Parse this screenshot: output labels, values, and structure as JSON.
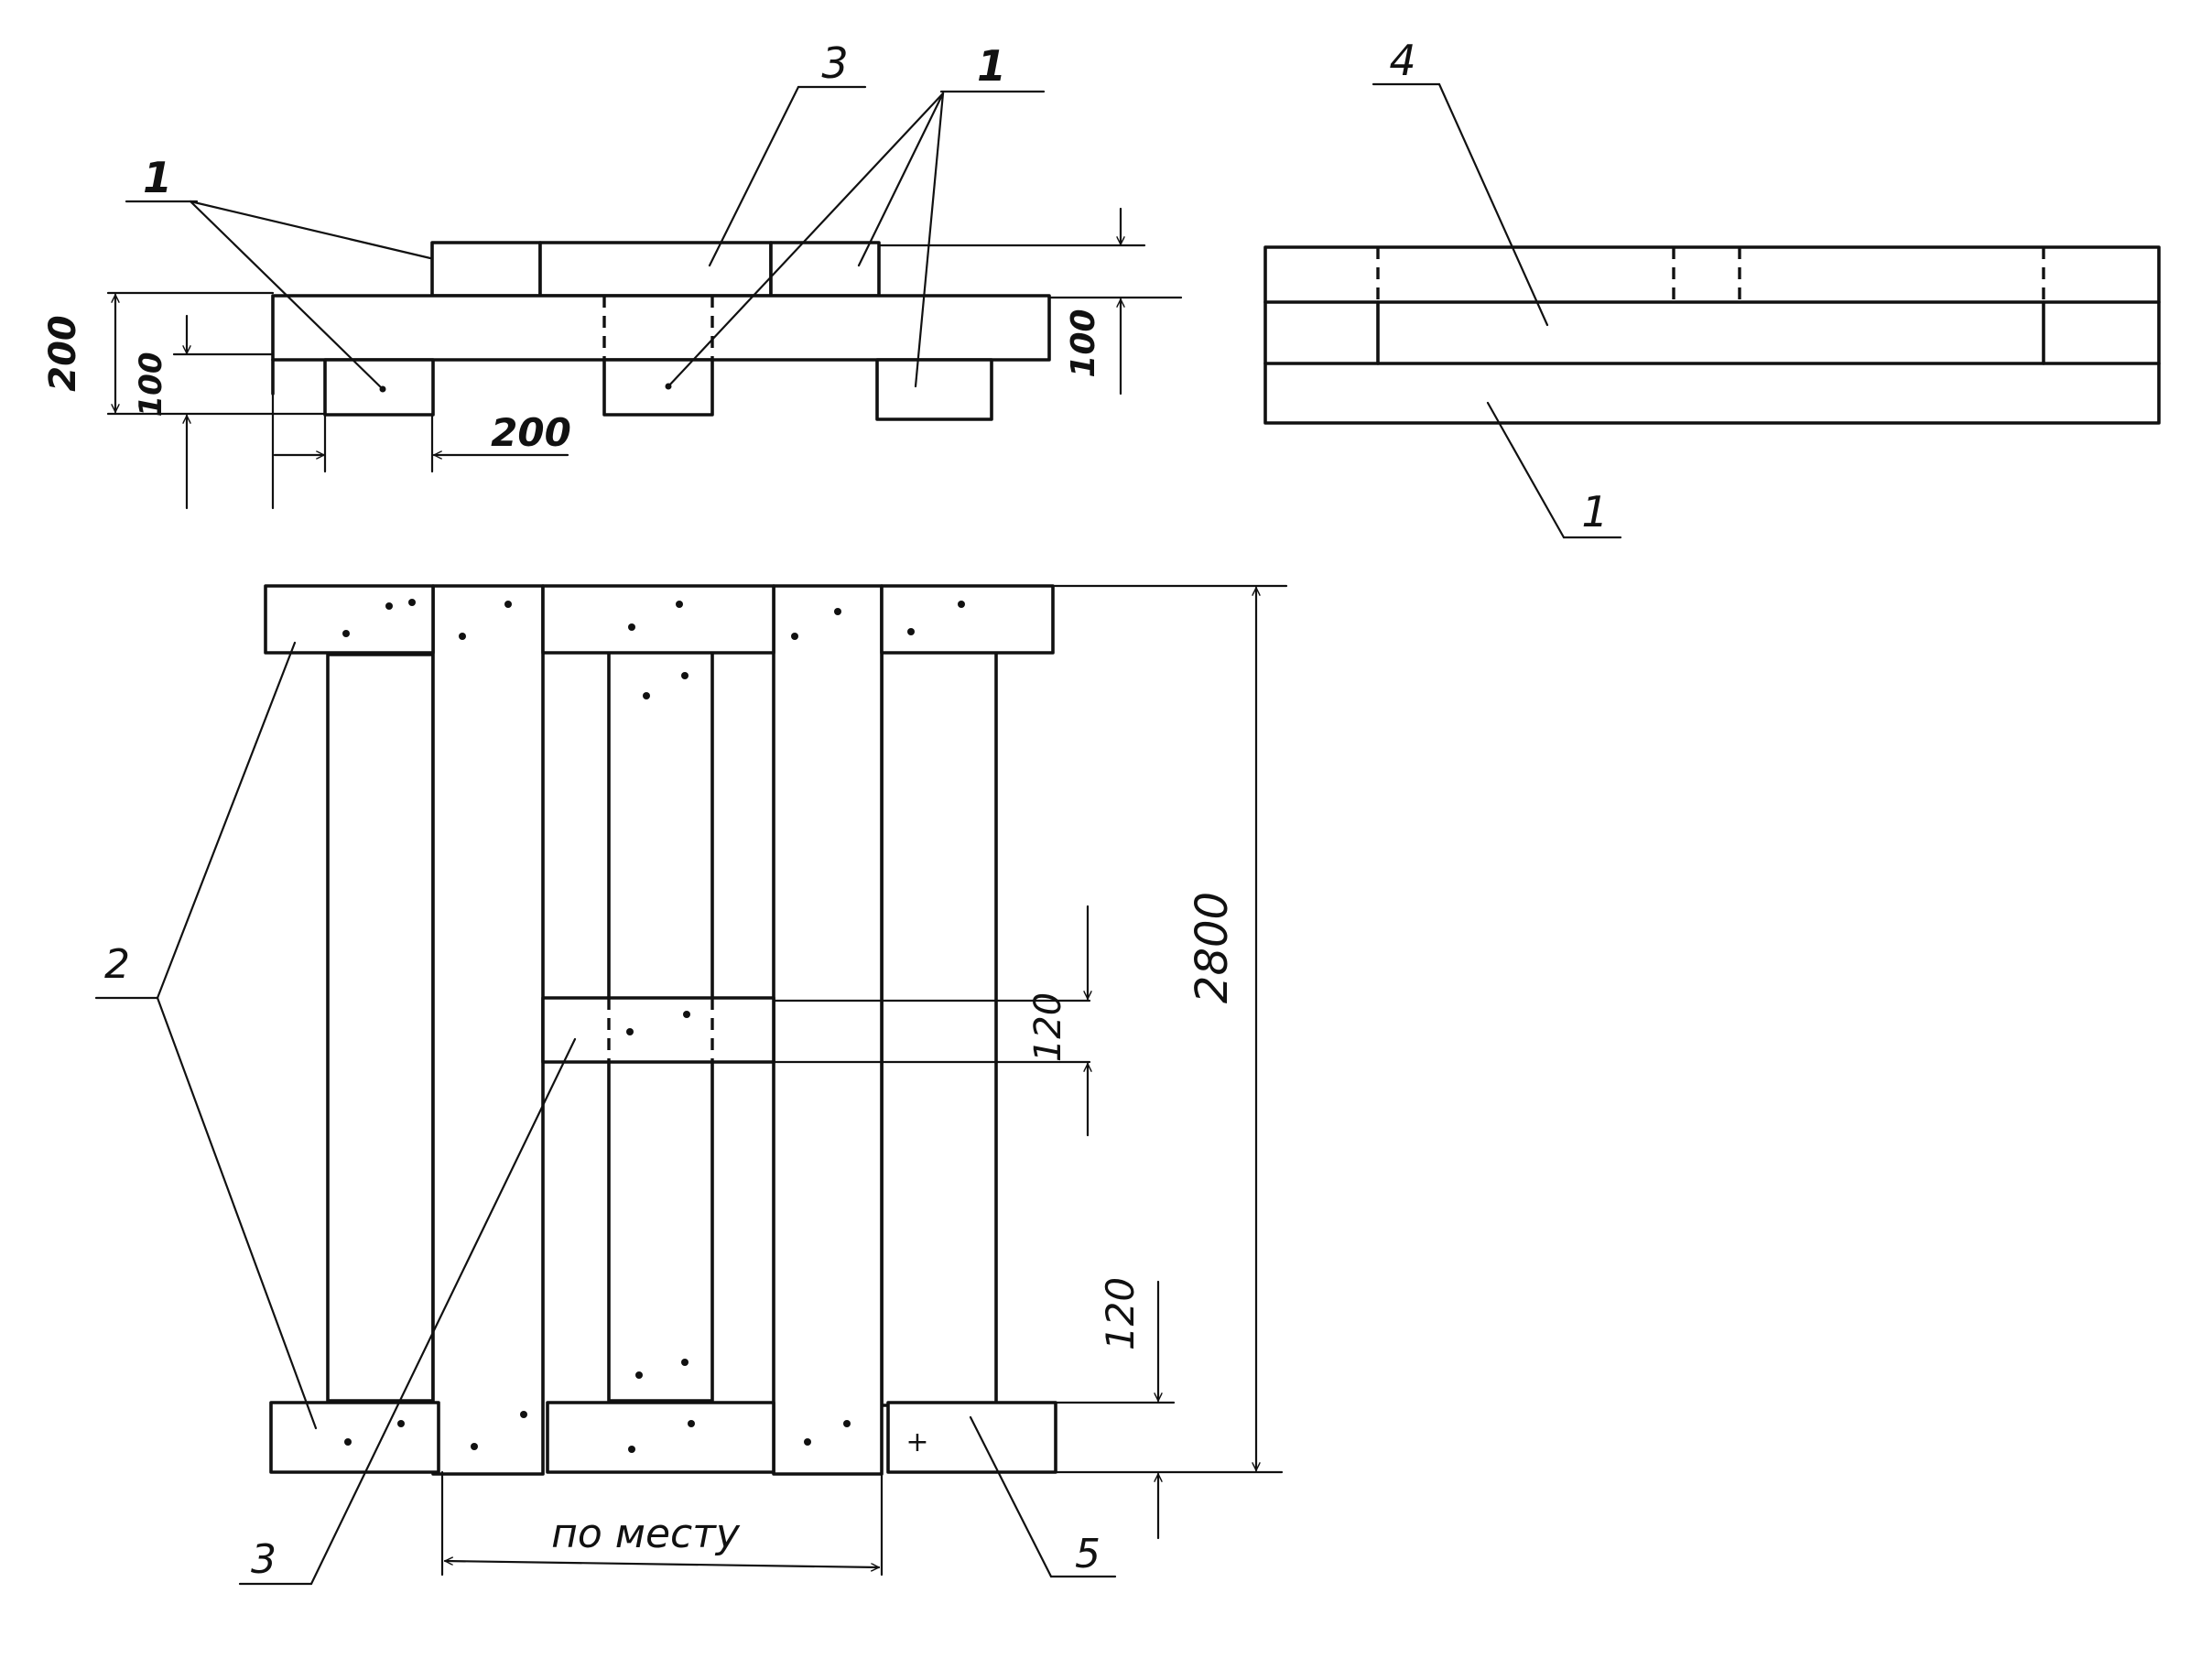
{
  "callouts": {
    "top_left_1": "1",
    "top_3": "3",
    "top_1": "1",
    "side_4": "4",
    "side_1": "1",
    "plan_2": "2",
    "plan_3": "3",
    "plan_5": "5"
  },
  "dimensions": {
    "d200_vertical": "200",
    "d100_left": "100",
    "d200_horizontal": "200",
    "d100_right": "100",
    "d2800": "2800",
    "d120_mid": "120",
    "d120_bottom": "120",
    "po_mestu": "по месту"
  }
}
